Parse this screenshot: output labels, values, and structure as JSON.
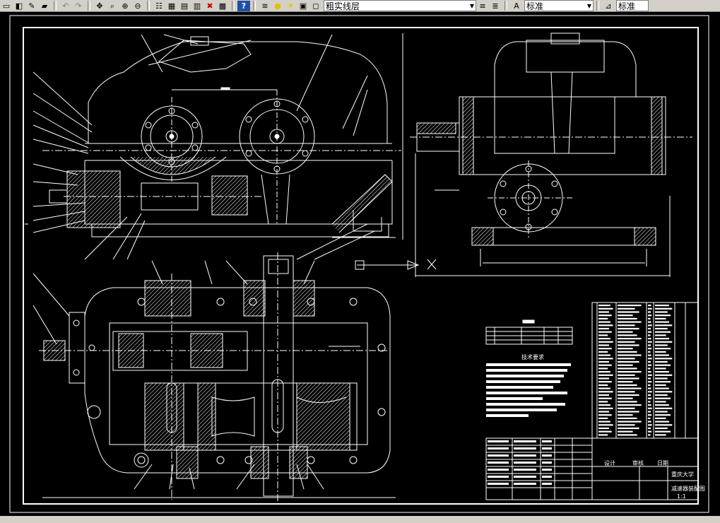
{
  "toolbar": {
    "layer_name": "粗实线层",
    "text_style": "标准",
    "dim_style_partial": "标准"
  },
  "colors": {
    "canvas": "#000000",
    "line": "#ffffff",
    "toolbar_bg": "#d4d0c8",
    "accent_blue": "#1f4fa8"
  },
  "title_block": {
    "tech_req_title": "技术要求",
    "school": "重庆大学",
    "drawing_name": "减速器装配图",
    "col_a": "设计",
    "col_b": "审核",
    "col_c": "日期",
    "scale": "1:1"
  }
}
